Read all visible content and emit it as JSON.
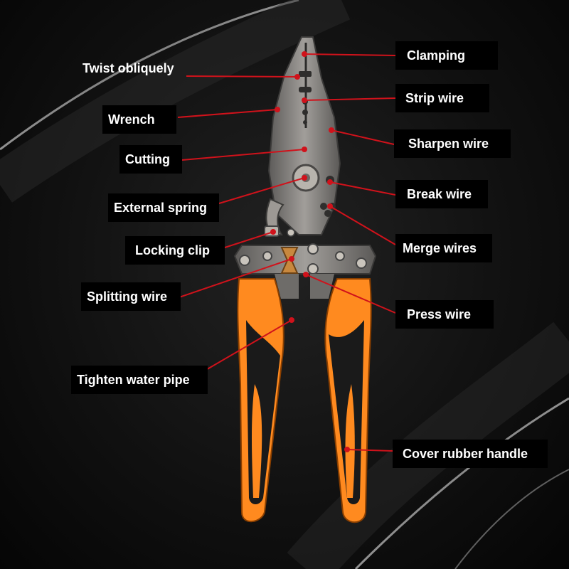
{
  "diagram": {
    "labels": [
      {
        "id": "clamping",
        "text": "Clamping"
      },
      {
        "id": "twist-obliquely",
        "text": "Twist obliquely"
      },
      {
        "id": "strip-wire",
        "text": "Strip wire"
      },
      {
        "id": "wrench",
        "text": "Wrench"
      },
      {
        "id": "sharpen-wire",
        "text": "Sharpen wire"
      },
      {
        "id": "cutting",
        "text": "Cutting"
      },
      {
        "id": "break-wire",
        "text": "Break wire"
      },
      {
        "id": "external-spring",
        "text": "External spring"
      },
      {
        "id": "merge-wires",
        "text": "Merge wires"
      },
      {
        "id": "locking-clip",
        "text": "Locking clip"
      },
      {
        "id": "splitting-wire",
        "text": "Splitting wire"
      },
      {
        "id": "press-wire",
        "text": "Press wire"
      },
      {
        "id": "tighten-water-pipe",
        "text": "Tighten water pipe"
      },
      {
        "id": "cover-rubber-handle",
        "text": "Cover rubber handle"
      }
    ],
    "colors": {
      "leader_line": "#d0121b",
      "handle_orange": "#ff8a1f",
      "handle_black": "#1a1a1a",
      "steel": "#8a8886",
      "label_bg": "#000000",
      "label_text": "#ffffff"
    }
  }
}
